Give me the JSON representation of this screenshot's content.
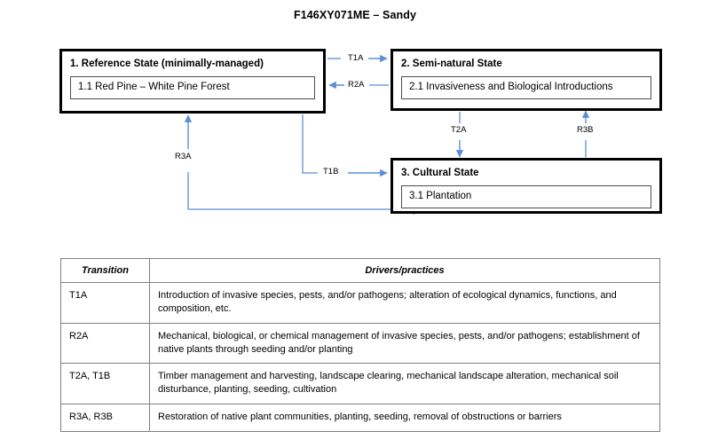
{
  "title": "F146XY071ME – Sandy",
  "diagram": {
    "states": [
      {
        "id": "reference",
        "title": "1.  Reference State (minimally-managed)",
        "phase": "1.1  Red Pine – White Pine Forest"
      },
      {
        "id": "seminatural",
        "title": "2.  Semi-natural State",
        "phase": "2.1  Invasiveness and Biological Introductions"
      },
      {
        "id": "cultural",
        "title": "3.  Cultural State",
        "phase": "3.1  Plantation"
      }
    ],
    "arrows": [
      {
        "id": "t1a",
        "label": "T1A",
        "from": "reference",
        "to": "seminatural"
      },
      {
        "id": "r2a",
        "label": "R2A",
        "from": "seminatural",
        "to": "reference"
      },
      {
        "id": "t2a",
        "label": "T2A",
        "from": "seminatural",
        "to": "cultural"
      },
      {
        "id": "r3b",
        "label": "R3B",
        "from": "cultural",
        "to": "seminatural"
      },
      {
        "id": "t1b",
        "label": "T1B",
        "from": "reference",
        "to": "cultural"
      },
      {
        "id": "r3a",
        "label": "R3A",
        "from": "cultural",
        "to": "reference"
      }
    ],
    "arrow_color": "#5b8ed6"
  },
  "table": {
    "headers": [
      "Transition",
      "Drivers/practices"
    ],
    "rows": [
      {
        "transition": "T1A",
        "drivers": "Introduction of invasive species, pests, and/or pathogens; alteration of ecological dynamics, functions, and composition, etc."
      },
      {
        "transition": "R2A",
        "drivers": "Mechanical, biological, or chemical management of invasive species, pests, and/or pathogens; establishment of native plants through seeding and/or planting"
      },
      {
        "transition": "T2A, T1B",
        "drivers": "Timber management and harvesting, landscape clearing, mechanical landscape alteration, mechanical soil disturbance, planting, seeding, cultivation"
      },
      {
        "transition": "R3A, R3B",
        "drivers": "Restoration of native plant communities, planting, seeding, removal of obstructions or barriers"
      }
    ]
  }
}
